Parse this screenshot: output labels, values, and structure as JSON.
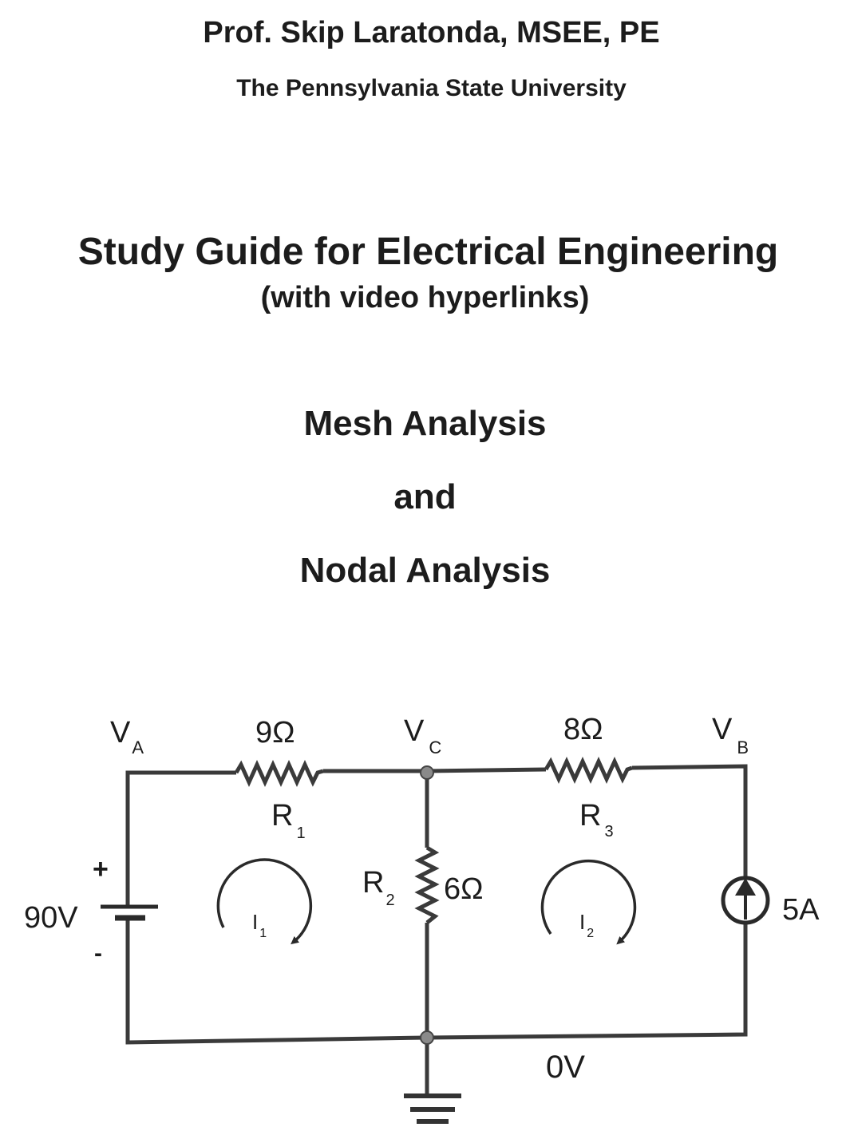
{
  "header": {
    "author": "Prof. Skip Laratonda, MSEE, PE",
    "affiliation": "The Pennsylvania State University"
  },
  "title": {
    "main": "Study Guide for Electrical Engineering",
    "subtitle": "(with video hyperlinks)"
  },
  "topics": [
    "Mesh Analysis",
    "and",
    "Nodal Analysis"
  ],
  "circuit": {
    "nodes": {
      "a": {
        "name": "V",
        "sub": "A"
      },
      "b": {
        "name": "V",
        "sub": "B"
      },
      "c": {
        "name": "V",
        "sub": "C"
      },
      "ground_label": "0V"
    },
    "resistors": [
      {
        "name": "R",
        "sub": "1",
        "value": "9Ω"
      },
      {
        "name": "R",
        "sub": "2",
        "value": "6Ω"
      },
      {
        "name": "R",
        "sub": "3",
        "value": "8Ω"
      }
    ],
    "voltage_source": {
      "value": "90V",
      "plus": "+",
      "minus": "-"
    },
    "current_source": {
      "value": "5A"
    },
    "mesh_currents": [
      {
        "name": "I",
        "sub": "1"
      },
      {
        "name": "I",
        "sub": "2"
      }
    ]
  }
}
